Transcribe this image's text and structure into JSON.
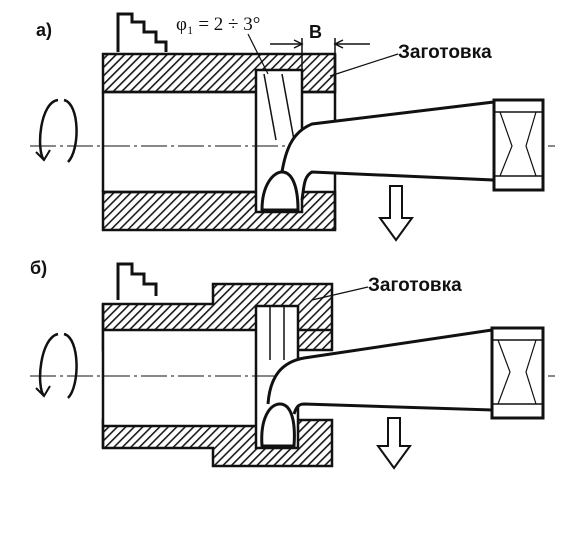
{
  "figure_a": {
    "label": "а)",
    "angle_label": "φ₁ = 2 ÷ 3°",
    "width_label": "B",
    "workpiece_label": "Заготовка"
  },
  "figure_b": {
    "label": "б)",
    "workpiece_label": "Заготовка"
  },
  "colors": {
    "ink": "#111111",
    "hatch": "#1a1a1a",
    "paper": "#ffffff"
  },
  "icons": [
    "rotation-arrow-icon",
    "feed-direction-arrow-icon",
    "chuck-jaw-icon"
  ]
}
